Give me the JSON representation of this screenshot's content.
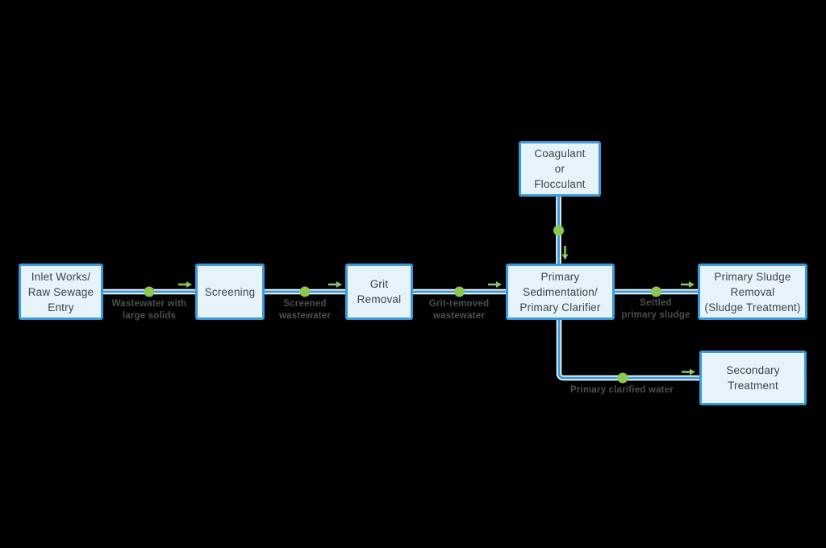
{
  "diagram": {
    "type": "flowchart",
    "subject": "Primary wastewater treatment process flow",
    "background_color": "#000000",
    "colors": {
      "node_fill": "#e7f3fb",
      "node_border": "#3a99d8",
      "edge_line": "#3a99d8",
      "edge_casing": "#ffffff",
      "connector_dot": "#8cc653",
      "arrow": "#8cc653",
      "node_text": "#3e4347",
      "edge_label_text": "#4b5054"
    },
    "nodes": [
      {
        "id": "inlet-works",
        "label": "Inlet Works/\nRaw Sewage\nEntry"
      },
      {
        "id": "screening",
        "label": "Screening"
      },
      {
        "id": "grit-removal",
        "label": "Grit\nRemoval"
      },
      {
        "id": "coagulant-or-flocculant",
        "label": "Coagulant\nor\nFlocculant"
      },
      {
        "id": "primary-sedimentation",
        "label": "Primary\nSedimentation/\nPrimary Clarifier"
      },
      {
        "id": "primary-sludge-removal",
        "label": "Primary Sludge\nRemoval\n(Sludge Treatment)"
      },
      {
        "id": "secondary-treatment",
        "label": "Secondary\nTreatment"
      }
    ],
    "edges": [
      {
        "from": "inlet-works",
        "to": "screening",
        "label": "Wastewater with\nlarge solids"
      },
      {
        "from": "screening",
        "to": "grit-removal",
        "label": "Screened\nwastewater"
      },
      {
        "from": "grit-removal",
        "to": "primary-sedimentation",
        "label": "Grit-removed\nwastewater"
      },
      {
        "from": "coagulant-or-flocculant",
        "to": "primary-sedimentation",
        "label": ""
      },
      {
        "from": "primary-sedimentation",
        "to": "primary-sludge-removal",
        "label": "Settled\nprimary sludge"
      },
      {
        "from": "primary-sedimentation",
        "to": "secondary-treatment",
        "label": "Primary clarified water"
      }
    ]
  }
}
